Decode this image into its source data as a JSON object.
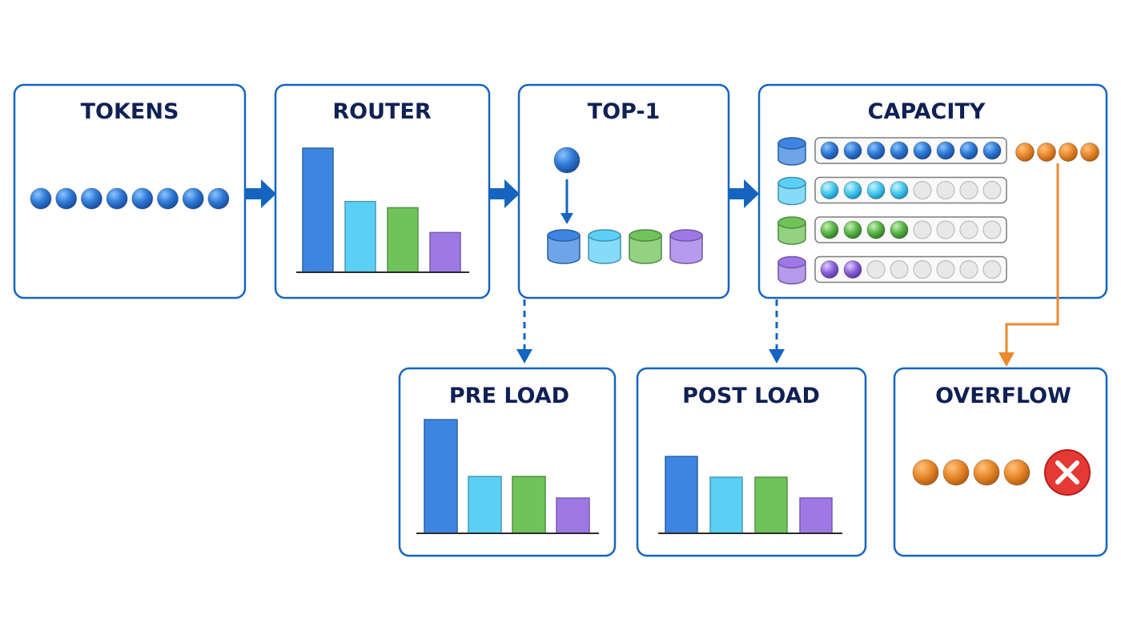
{
  "colors": {
    "panel_border": "#1565c0",
    "title_text": "#0f2154",
    "arrow": "#1565c0",
    "token_blue": "#2f7bd6",
    "overflow_orange": "#ea8a2e",
    "error_red": "#e53935",
    "empty_slot": "#e8e8e8",
    "experts": [
      "#3d85e0",
      "#5ccff5",
      "#6fc35a",
      "#9e79e6"
    ]
  },
  "panels": {
    "tokens": {
      "title": "TOKENS",
      "token_count": 8
    },
    "router": {
      "title": "ROUTER",
      "bar_levels": [
        1.0,
        0.57,
        0.52,
        0.32
      ]
    },
    "top1": {
      "title": "TOP-1",
      "expert_count": 4
    },
    "capacity": {
      "title": "CAPACITY",
      "slots_per_expert": 8,
      "filled": [
        8,
        4,
        4,
        2
      ],
      "overflow_tokens": 4
    },
    "pre_load": {
      "title": "PRE LOAD",
      "bar_levels": [
        1.0,
        0.5,
        0.5,
        0.31
      ]
    },
    "post_load": {
      "title": "POST LOAD",
      "bar_levels": [
        1.0,
        0.73,
        0.73,
        0.46
      ]
    },
    "overflow": {
      "title": "OVERFLOW",
      "dropped_tokens": 4,
      "status_icon": "x-circle-icon"
    }
  }
}
